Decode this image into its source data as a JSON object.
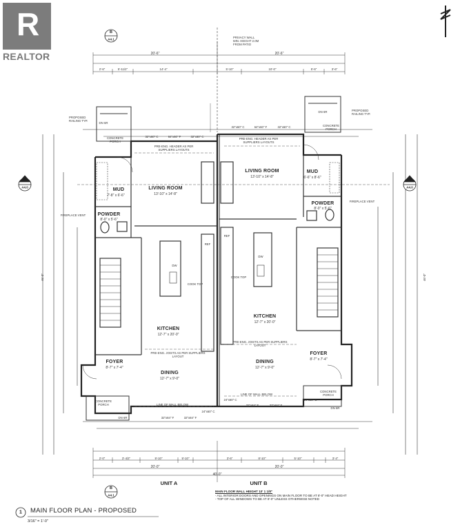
{
  "logo": {
    "brand": "REALTOR",
    "mark": "R"
  },
  "drawing_title": "MAIN FLOOR PLAN - PROPOSED",
  "drawing_number": "1",
  "scale": "3/16\" = 1'-0\"",
  "section_markers": {
    "top": {
      "letter": "B",
      "sheet": "A4.1"
    },
    "bottom": {
      "letter": "B",
      "sheet": "A4.1"
    },
    "left": {
      "sheet": "A4.0"
    },
    "right": {
      "sheet": "A4.0"
    }
  },
  "units": {
    "a": "UNIT A",
    "b": "UNIT B"
  },
  "unit_a": {
    "living": {
      "name": "LIVING ROOM",
      "size": "13'-10\" x 14'-8\""
    },
    "mud": {
      "name": "MUD",
      "size": "7'-8\" x 6'-6\""
    },
    "powder": {
      "name": "POWDER",
      "size": "8'-0\" x 5'-6\""
    },
    "kitchen": {
      "name": "KITCHEN",
      "size": "12'-7\" x 20'-0\""
    },
    "dining": {
      "name": "DINING",
      "size": "12'-7\" x 9'-0\""
    },
    "foyer": {
      "name": "FOYER",
      "size": "8'-7\" x 7'-4\""
    }
  },
  "unit_b": {
    "living": {
      "name": "LIVING ROOM",
      "size": "13'-10\" x 14'-8\""
    },
    "mud": {
      "name": "MUD",
      "size": "6'-6\" x 8'-6\""
    },
    "powder": {
      "name": "POWDER",
      "size": "8'-0\" x 5'-6\""
    },
    "kitchen": {
      "name": "KITCHEN",
      "size": "12'-7\" x 20'-0\""
    },
    "dining": {
      "name": "DINING",
      "size": "12'-7\" x 9'-0\""
    },
    "foyer": {
      "name": "FOYER",
      "size": "8'-7\" x 7'-4\""
    }
  },
  "annotations": {
    "privacy_wall": "PRIVACY WALL MIN. HEIGHT 2.0M FROM PATIO",
    "proposed_railing": "PROPOSED RAILING TYP.",
    "concrete_porch": "CONCRETE PORCH",
    "dn": "DN 6R",
    "fireplace_vent": "FIREPLACE VENT",
    "pre_eng_header": "PRE-ENG. HEADER AS PER SUPPLIERS LAYOUTS",
    "pre_eng_joists": "PRE-ENG. JOISTS AS PER SUPPLIERS LAYOUT",
    "line_of_wall": "LINE OF WALL BELOW",
    "ref": "REF",
    "dw": "DW",
    "cook_top": "COOK TOP",
    "window_top": "32\"x60\" C",
    "window_top2": "64\"x60\" F",
    "window_bot": "32\"x84\" F",
    "window_small": "24\"x60\" C"
  },
  "dimensions": {
    "overall_top_a": "20'-6\"",
    "overall_top_b": "20'-6\"",
    "overall_bottom": "40'-0\"",
    "left_overall": "46'-0\"",
    "right_overall": "46'-0\"",
    "top_segments": [
      "2'-6\"",
      "5'-11/2\"",
      "14'-4\"",
      "5'-10\"",
      "10'-0\"",
      "5'-6\"",
      "3'-6\""
    ],
    "bottom_segments": [
      "2'-0\"",
      "3'-4/2\"",
      "9'-10\"",
      "9'-10\"",
      "3'-6\"",
      "8'-10\"",
      "5'-10\"",
      "3'-4\""
    ],
    "bottom_overall_a": "20'-0\"",
    "bottom_overall_b": "20'-0\""
  },
  "notes": {
    "heading": "MAIN FLOOR WALL HEIGHT 10' 1 1/8\"",
    "line1": "- ALL INTERIOR DOORS AND OPENINGS ON MAIN FLOOR TO BE AT 8'-0\" HEAD HEIGHT",
    "line2": "- TOP OF ALL WINDOWS TO BE AT 8'-0\" UNLESS OTHERWISE NOTED"
  }
}
